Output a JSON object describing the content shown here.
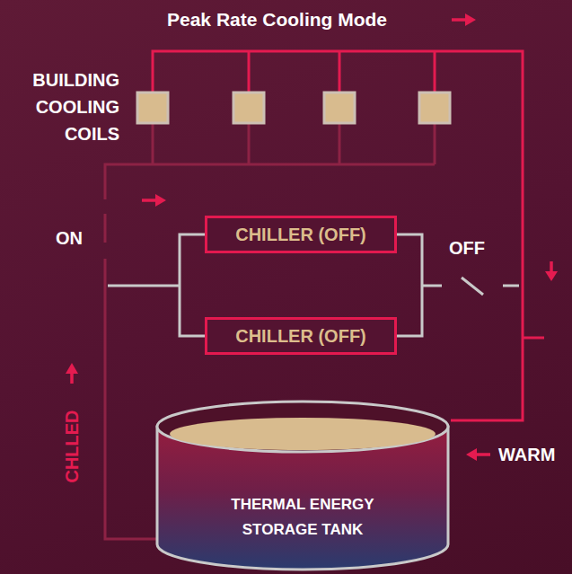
{
  "diagram": {
    "title": "Peak Rate Cooling Mode",
    "nodes": [
      {
        "text": [
          "CHILLER (OFF)"
        ]
      },
      {
        "text": [
          "CHILLER (OFF)"
        ]
      },
      {
        "text": [
          "THERMAL ENERGY STORAGE TANK"
        ]
      }
    ],
    "edges": [
      {
        "from": 0,
        "to": 1,
        "arrow": "none"
      },
      {
        "from": 0,
        "to": 1,
        "arrow": "none"
      }
    ],
    "labels": [
      "BUILDING COOLING COILS",
      "ON",
      "OFF",
      "CHLLED",
      "WARM"
    ]
  }
}
